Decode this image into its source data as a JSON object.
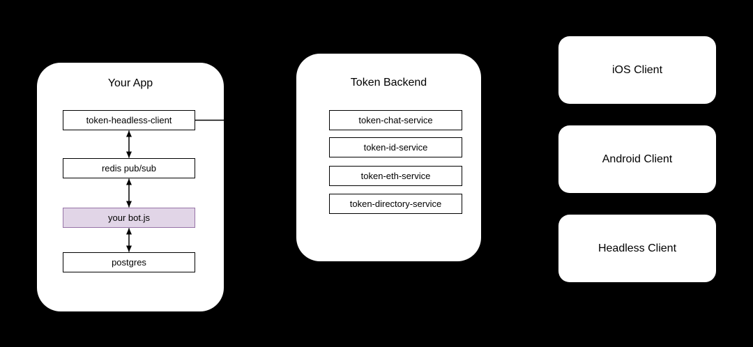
{
  "canvas": {
    "background_color": "#000000",
    "connector_color": "#000000"
  },
  "your_app": {
    "title": "Your App",
    "nodes": [
      {
        "label": "token-headless-client",
        "fill": "#ffffff",
        "stroke": "#000000"
      },
      {
        "label": "redis pub/sub",
        "fill": "#ffffff",
        "stroke": "#000000"
      },
      {
        "label": "your bot.js",
        "fill": "#e1d5e7",
        "stroke": "#9673a6"
      },
      {
        "label": "postgres",
        "fill": "#ffffff",
        "stroke": "#000000"
      }
    ]
  },
  "token_backend": {
    "title": "Token Backend",
    "nodes": [
      {
        "label": "token-chat-service",
        "fill": "#ffffff",
        "stroke": "#000000"
      },
      {
        "label": "token-id-service",
        "fill": "#ffffff",
        "stroke": "#000000"
      },
      {
        "label": "token-eth-service",
        "fill": "#ffffff",
        "stroke": "#000000"
      },
      {
        "label": "token-directory-service",
        "fill": "#ffffff",
        "stroke": "#000000"
      }
    ]
  },
  "clients": [
    {
      "label": "iOS Client"
    },
    {
      "label": "Android Client"
    },
    {
      "label": "Headless Client"
    }
  ],
  "connectors": [
    {
      "name": "headless-client-to-redis",
      "type": "double-arrow"
    },
    {
      "name": "redis-to-bot",
      "type": "double-arrow"
    },
    {
      "name": "bot-to-postgres",
      "type": "double-arrow"
    },
    {
      "name": "headless-client-stub",
      "type": "line"
    }
  ]
}
